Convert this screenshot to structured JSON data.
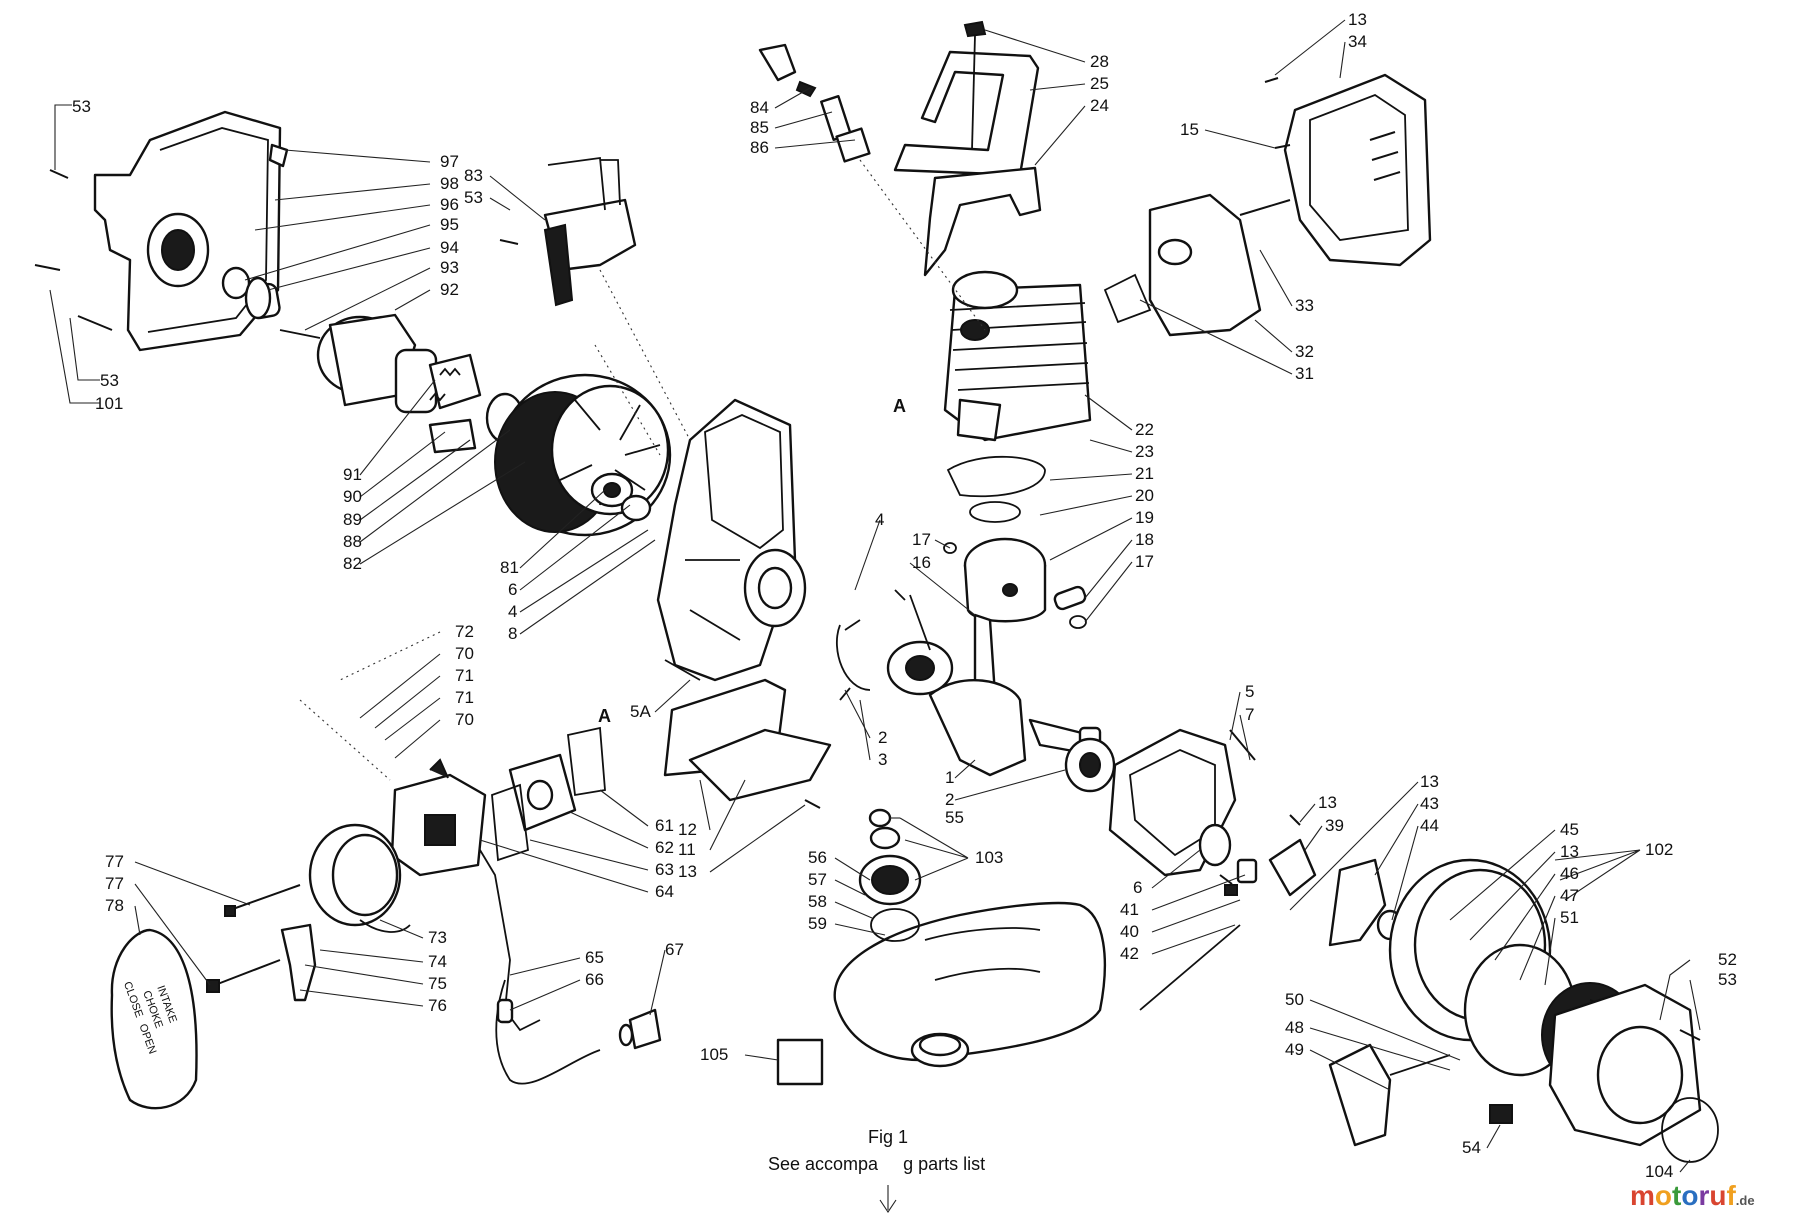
{
  "figure": {
    "caption": "Fig 1",
    "subcaption": "See accompa     g parts list"
  },
  "watermark": {
    "letters": [
      "m",
      "o",
      "t",
      "o",
      "r",
      "u",
      "f"
    ],
    "colors": [
      "#d94530",
      "#f0a020",
      "#3a9a3a",
      "#2a6fc0",
      "#7a3aa0",
      "#d94530",
      "#f0a020"
    ],
    "suffix": ".de"
  },
  "lid_text": {
    "intake": "INTAKE",
    "choke": "CHOKE",
    "close": "CLOSE",
    "open": "OPEN"
  },
  "callouts": [
    {
      "id": "c-53a",
      "text": "53"
    },
    {
      "id": "c-97",
      "text": "97"
    },
    {
      "id": "c-98",
      "text": "98"
    },
    {
      "id": "c-96",
      "text": "96"
    },
    {
      "id": "c-95",
      "text": "95"
    },
    {
      "id": "c-94",
      "text": "94"
    },
    {
      "id": "c-93",
      "text": "93"
    },
    {
      "id": "c-92",
      "text": "92"
    },
    {
      "id": "c-53b",
      "text": "53"
    },
    {
      "id": "c-101",
      "text": "101"
    },
    {
      "id": "c-83",
      "text": "83"
    },
    {
      "id": "c-53c",
      "text": "53"
    },
    {
      "id": "c-84",
      "text": "84"
    },
    {
      "id": "c-85",
      "text": "85"
    },
    {
      "id": "c-86",
      "text": "86"
    },
    {
      "id": "c-28",
      "text": "28"
    },
    {
      "id": "c-25",
      "text": "25"
    },
    {
      "id": "c-24",
      "text": "24"
    },
    {
      "id": "c-13a",
      "text": "13"
    },
    {
      "id": "c-34",
      "text": "34"
    },
    {
      "id": "c-15",
      "text": "15"
    },
    {
      "id": "c-33",
      "text": "33"
    },
    {
      "id": "c-32",
      "text": "32"
    },
    {
      "id": "c-31",
      "text": "31"
    },
    {
      "id": "c-A1",
      "text": "A"
    },
    {
      "id": "c-22",
      "text": "22"
    },
    {
      "id": "c-23",
      "text": "23"
    },
    {
      "id": "c-21",
      "text": "21"
    },
    {
      "id": "c-20",
      "text": "20"
    },
    {
      "id": "c-19",
      "text": "19"
    },
    {
      "id": "c-18",
      "text": "18"
    },
    {
      "id": "c-17a",
      "text": "17"
    },
    {
      "id": "c-17b",
      "text": "17"
    },
    {
      "id": "c-16",
      "text": "16"
    },
    {
      "id": "c-4a",
      "text": "4"
    },
    {
      "id": "c-91",
      "text": "91"
    },
    {
      "id": "c-90",
      "text": "90"
    },
    {
      "id": "c-89",
      "text": "89"
    },
    {
      "id": "c-88",
      "text": "88"
    },
    {
      "id": "c-82",
      "text": "82"
    },
    {
      "id": "c-81",
      "text": "81"
    },
    {
      "id": "c-6a",
      "text": "6"
    },
    {
      "id": "c-4b",
      "text": "4"
    },
    {
      "id": "c-8",
      "text": "8"
    },
    {
      "id": "c-72",
      "text": "72"
    },
    {
      "id": "c-70a",
      "text": "70"
    },
    {
      "id": "c-71a",
      "text": "71"
    },
    {
      "id": "c-71b",
      "text": "71"
    },
    {
      "id": "c-70b",
      "text": "70"
    },
    {
      "id": "c-5A",
      "text": "5A"
    },
    {
      "id": "c-A2",
      "text": "A"
    },
    {
      "id": "c-2a",
      "text": "2"
    },
    {
      "id": "c-3",
      "text": "3"
    },
    {
      "id": "c-5",
      "text": "5"
    },
    {
      "id": "c-7",
      "text": "7"
    },
    {
      "id": "c-1",
      "text": "1"
    },
    {
      "id": "c-2b",
      "text": "2"
    },
    {
      "id": "c-61",
      "text": "61"
    },
    {
      "id": "c-62",
      "text": "62"
    },
    {
      "id": "c-63",
      "text": "63"
    },
    {
      "id": "c-64",
      "text": "64"
    },
    {
      "id": "c-12",
      "text": "12"
    },
    {
      "id": "c-11",
      "text": "11"
    },
    {
      "id": "c-13b",
      "text": "13"
    },
    {
      "id": "c-55",
      "text": "55"
    },
    {
      "id": "c-56",
      "text": "56"
    },
    {
      "id": "c-57",
      "text": "57"
    },
    {
      "id": "c-103",
      "text": "103"
    },
    {
      "id": "c-58",
      "text": "58"
    },
    {
      "id": "c-59",
      "text": "59"
    },
    {
      "id": "c-13c",
      "text": "13"
    },
    {
      "id": "c-39",
      "text": "39"
    },
    {
      "id": "c-13d",
      "text": "13"
    },
    {
      "id": "c-43",
      "text": "43"
    },
    {
      "id": "c-44",
      "text": "44"
    },
    {
      "id": "c-6b",
      "text": "6"
    },
    {
      "id": "c-41",
      "text": "41"
    },
    {
      "id": "c-40",
      "text": "40"
    },
    {
      "id": "c-42",
      "text": "42"
    },
    {
      "id": "c-45",
      "text": "45"
    },
    {
      "id": "c-13e",
      "text": "13"
    },
    {
      "id": "c-46",
      "text": "46"
    },
    {
      "id": "c-47",
      "text": "47"
    },
    {
      "id": "c-102",
      "text": "102"
    },
    {
      "id": "c-51",
      "text": "51"
    },
    {
      "id": "c-52",
      "text": "52"
    },
    {
      "id": "c-53d",
      "text": "53"
    },
    {
      "id": "c-50",
      "text": "50"
    },
    {
      "id": "c-48",
      "text": "48"
    },
    {
      "id": "c-49",
      "text": "49"
    },
    {
      "id": "c-54",
      "text": "54"
    },
    {
      "id": "c-104",
      "text": "104"
    },
    {
      "id": "c-77a",
      "text": "77"
    },
    {
      "id": "c-77b",
      "text": "77"
    },
    {
      "id": "c-78",
      "text": "78"
    },
    {
      "id": "c-73",
      "text": "73"
    },
    {
      "id": "c-74",
      "text": "74"
    },
    {
      "id": "c-75",
      "text": "75"
    },
    {
      "id": "c-76",
      "text": "76"
    },
    {
      "id": "c-65",
      "text": "65"
    },
    {
      "id": "c-66",
      "text": "66"
    },
    {
      "id": "c-67",
      "text": "67"
    },
    {
      "id": "c-105",
      "text": "105"
    }
  ]
}
